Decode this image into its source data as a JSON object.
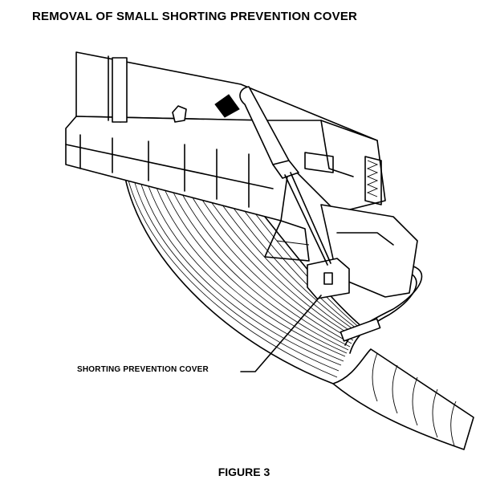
{
  "header": {
    "title": "REMOVAL OF SMALL SHORTING PREVENTION COVER"
  },
  "callout": {
    "label": "SHORTING PREVENTION COVER"
  },
  "caption": {
    "text": "FIGURE 3"
  }
}
